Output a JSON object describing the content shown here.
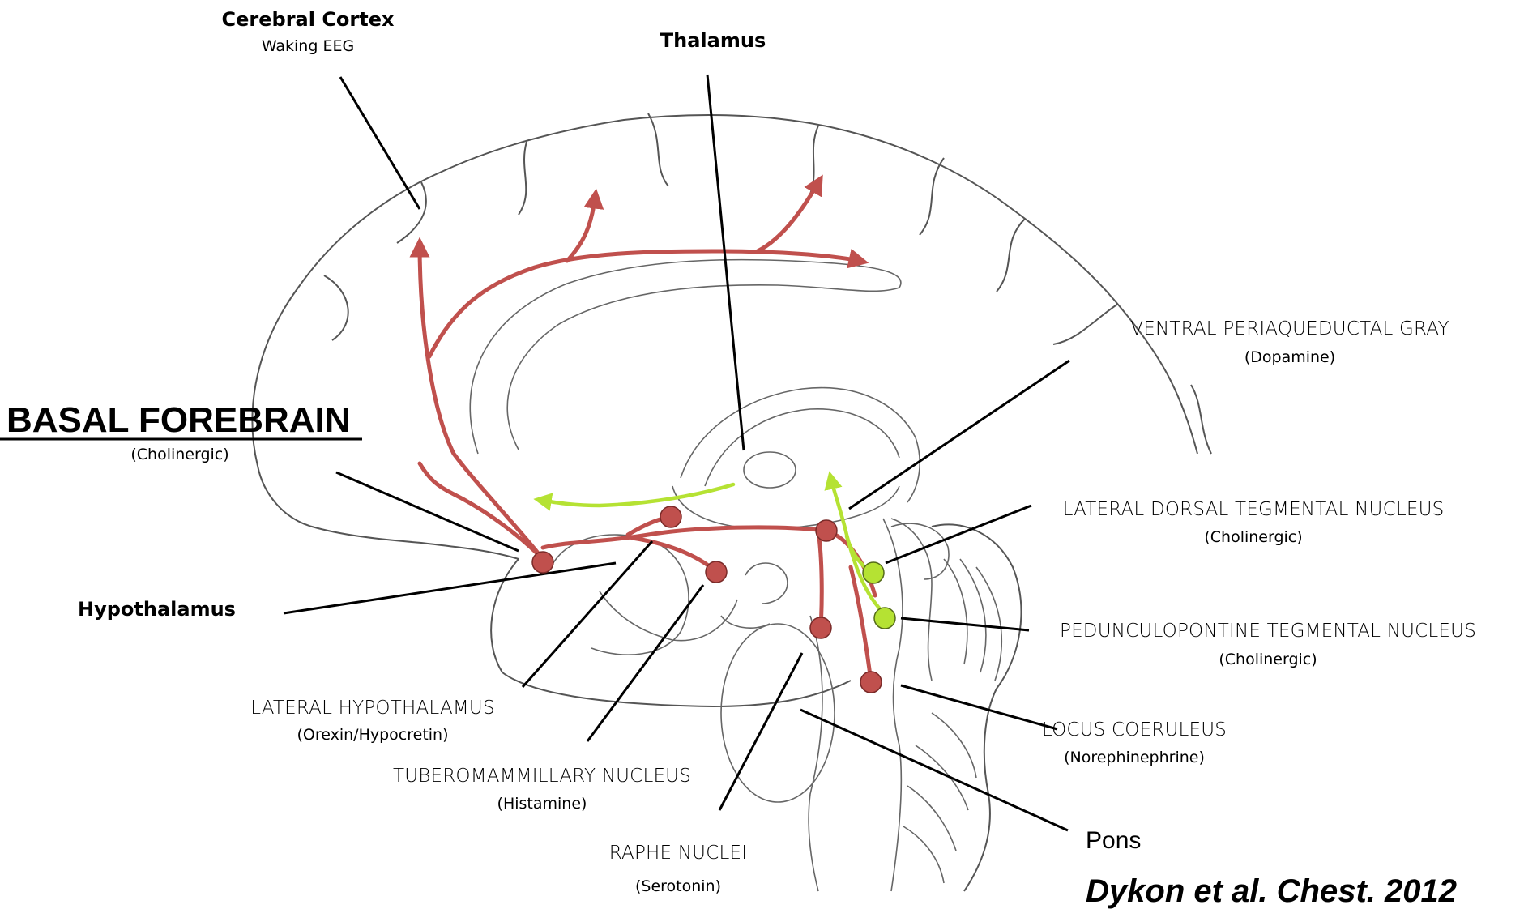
{
  "labels": {
    "cortex": {
      "title": "Cerebral Cortex",
      "sub": "Waking EEG"
    },
    "thalamus": {
      "title": "Thalamus"
    },
    "basal_forebrain": {
      "title": "BASAL FOREBRAIN",
      "sub": "(Cholinergic)"
    },
    "hypothalamus": {
      "title": "Hypothalamus"
    },
    "vpag": {
      "title": "VENTRAL PERIAQUEDUCTAL GRAY",
      "sub": "(Dopamine)"
    },
    "ldt": {
      "title": "LATERAL  DORSAL TEGMENTAL NUCLEUS",
      "sub": "(Cholinergic)"
    },
    "ppt": {
      "title": "PEDUNCULOPONTINE TEGMENTAL NUCLEUS",
      "sub": "(Cholinergic)"
    },
    "lc": {
      "title": "LOCUS COERULEUS",
      "sub": "(Norephinephrine)"
    },
    "pons": {
      "title": "Pons"
    },
    "lateral_hypothalamus": {
      "title": "LATERAL HYPOTHALAMUS",
      "sub": "(Orexin/Hypocretin)"
    },
    "tmn": {
      "title": "TUBEROMAMMILLARY NUCLEUS",
      "sub": "(Histamine)"
    },
    "raphe": {
      "title": "RAPHE NUCLEI",
      "sub": "(Serotonin)"
    }
  },
  "citation": "Dykon et al. Chest. 2012",
  "colors": {
    "arousal_pathway": "#c0504d",
    "dopamine_cholinergic_pathway": "#b5e233",
    "nucleus_red": "#c0504d",
    "nucleus_green": "#b5e233",
    "outline": "#555555"
  }
}
